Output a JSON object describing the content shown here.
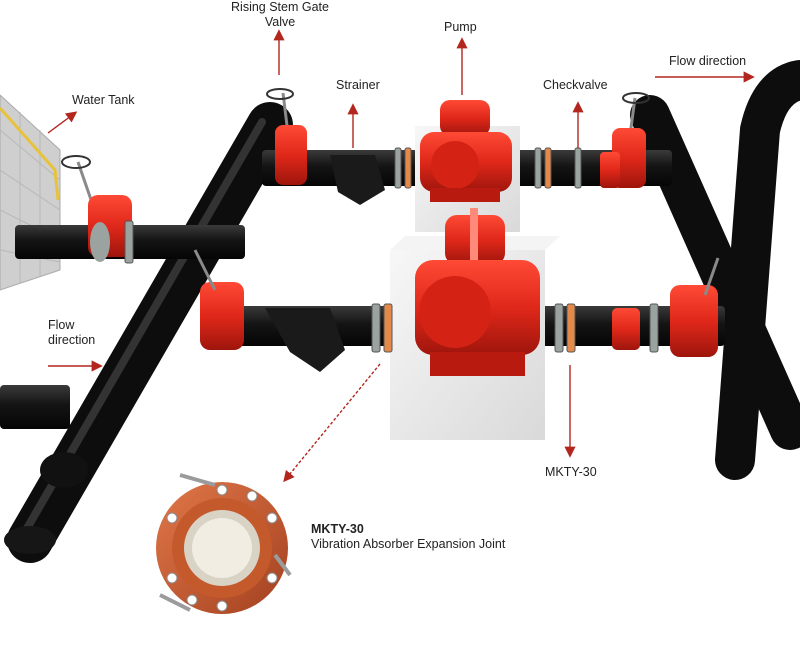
{
  "labels": {
    "gate_valve": [
      "Rising Stem Gate",
      "Valve"
    ],
    "pump": "Pump",
    "strainer": "Strainer",
    "checkvalve": "Checkvalve",
    "water_tank": "Water Tank",
    "flow_top": "Flow direction",
    "flow_left": [
      "Flow",
      "direction"
    ],
    "mkty_callout": "MKTY-30"
  },
  "product": {
    "model": "MKTY-30",
    "name": "Vibration Absorber Expansion Joint"
  },
  "colors": {
    "pipe": "#1c1c1c",
    "equipment": "#e0281a",
    "arrow": "#b3261e",
    "base": "#ededed"
  }
}
